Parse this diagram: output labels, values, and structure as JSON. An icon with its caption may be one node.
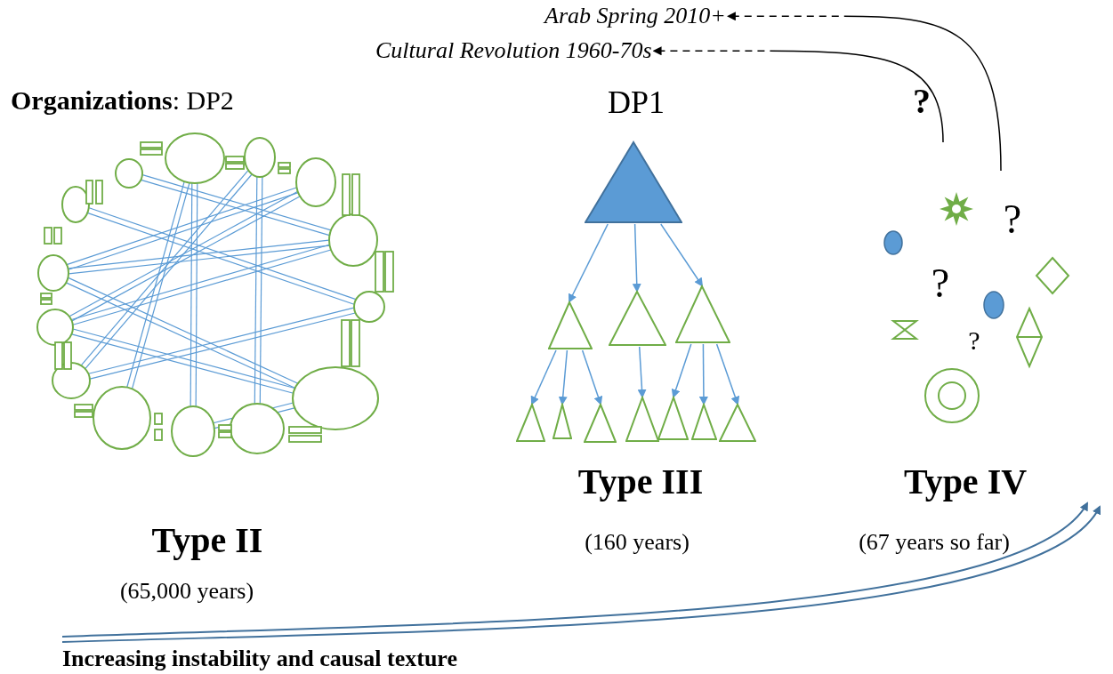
{
  "diagram": {
    "nodes": [
      {
        "text": [],
        "shape": "triangle"
      },
      {
        "text": [],
        "shape": "triangle"
      },
      {
        "text": [],
        "shape": "triangle"
      },
      {
        "text": [],
        "shape": "triangle"
      },
      {
        "text": [],
        "shape": "triangle"
      },
      {
        "text": [],
        "shape": "triangle"
      },
      {
        "text": [],
        "shape": "triangle"
      },
      {
        "text": [],
        "shape": "triangle"
      },
      {
        "text": [],
        "shape": "triangle"
      },
      {
        "text": [],
        "shape": "triangle"
      },
      {
        "text": [],
        "shape": "triangle"
      },
      {
        "text": [
          "Arab Spring 2010+"
        ]
      },
      {
        "text": [
          "Cultural Revolution 1960-70s"
        ]
      }
    ],
    "edges": [
      {
        "from": 0,
        "to": 1,
        "arrow": "to"
      },
      {
        "from": 0,
        "to": 2,
        "arrow": "to"
      },
      {
        "from": 0,
        "to": 3,
        "arrow": "to"
      },
      {
        "from": 1,
        "to": 4,
        "arrow": "to"
      },
      {
        "from": 1,
        "to": 5,
        "arrow": "to"
      },
      {
        "from": 1,
        "to": 6,
        "arrow": "to"
      },
      {
        "from": 2,
        "to": 7,
        "arrow": "to"
      },
      {
        "from": 3,
        "to": 8,
        "arrow": "to"
      },
      {
        "from": 3,
        "to": 9,
        "arrow": "to"
      },
      {
        "from": 3,
        "to": 10,
        "arrow": "to"
      },
      {
        "from": null,
        "to": 11,
        "arrow": "to",
        "style": "dashed",
        "color": "#000000"
      },
      {
        "from": null,
        "to": 12,
        "arrow": "to",
        "style": "dashed",
        "color": "#000000"
      }
    ],
    "labels": [
      "**Organizations**: DP2",
      "DP1",
      "?",
      "?",
      "?",
      "?",
      "Type III",
      "Type IV",
      "(160 years)",
      "(67 years so far)",
      "Type II",
      "(65,000 years)",
      "Increasing instability and causal texture"
    ]
  }
}
